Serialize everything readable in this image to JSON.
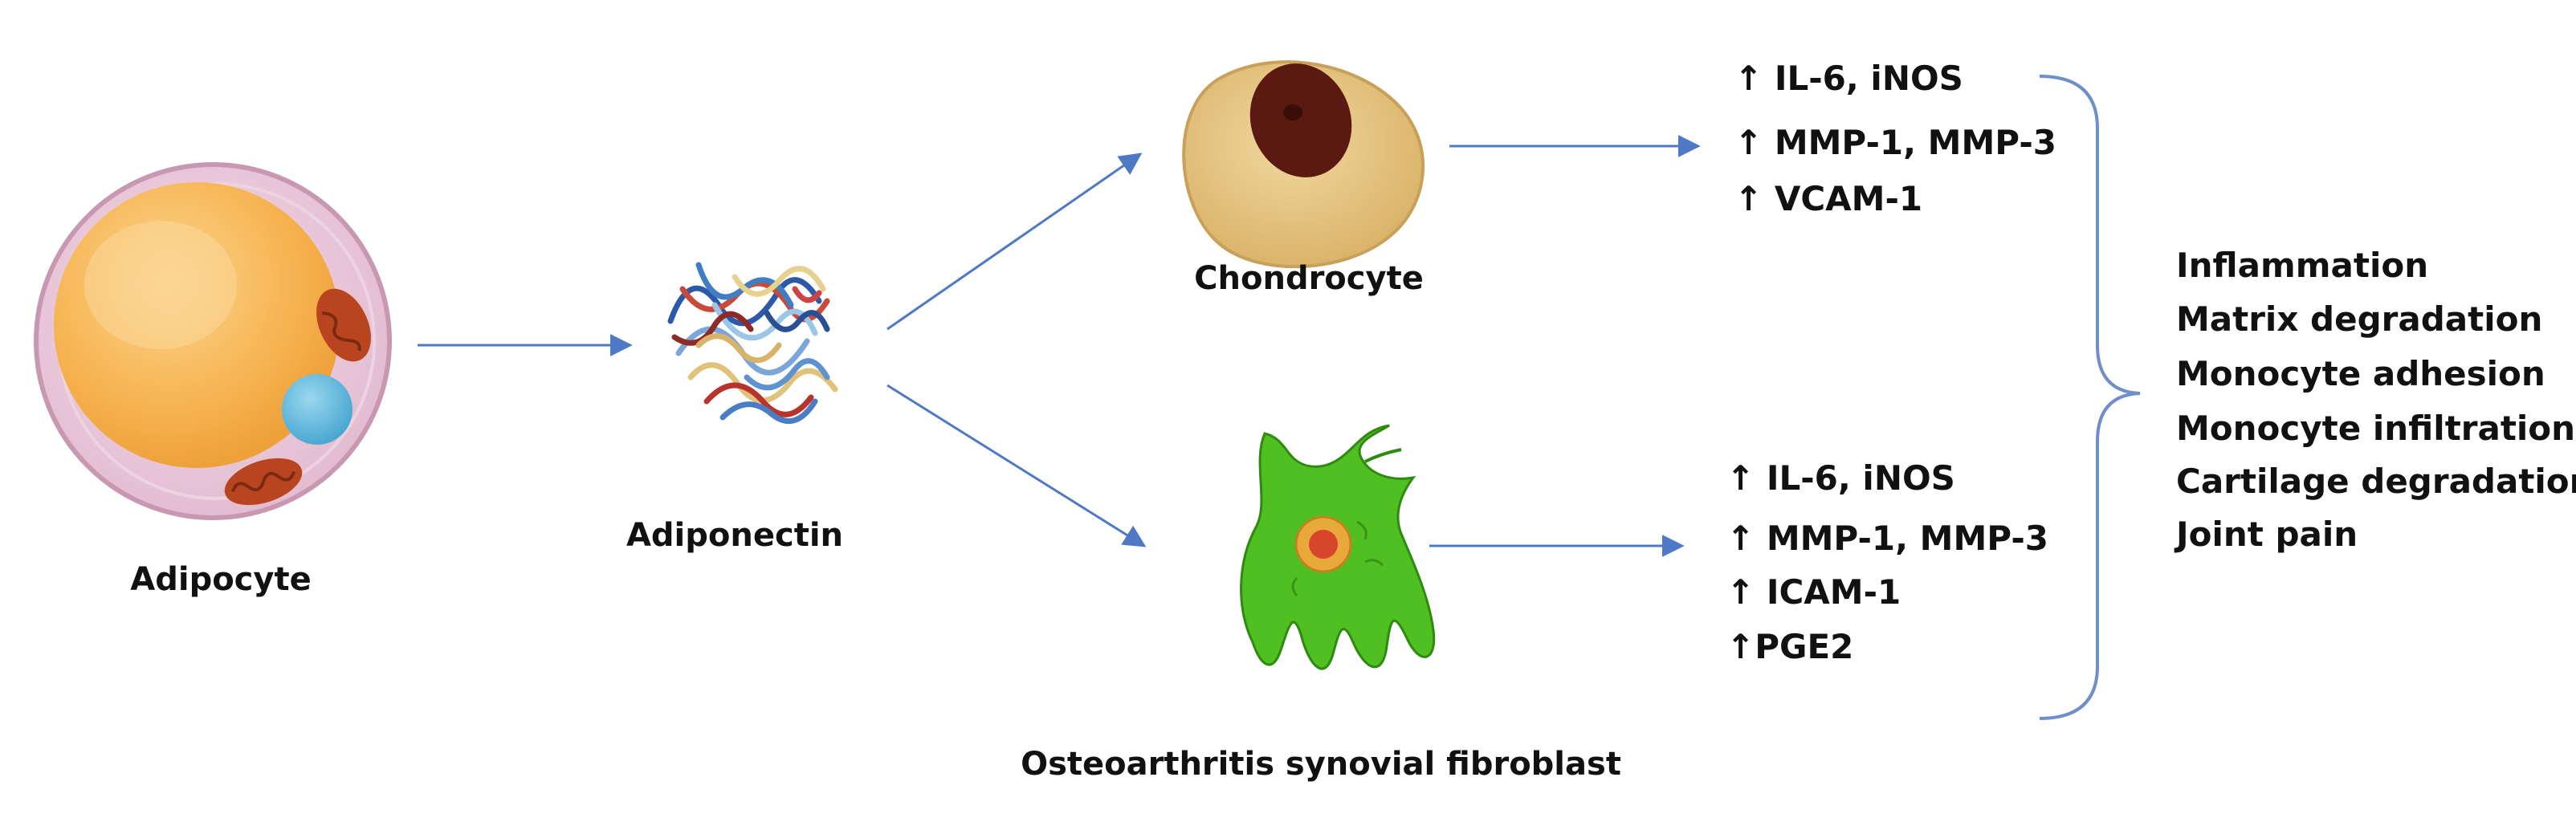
{
  "nodes": {
    "adipocyte": "Adipocyte",
    "adiponectin": "Adiponectin",
    "chondrocyte": "Chondrocyte",
    "fibroblast": "Osteoarthritis synovial fibroblast"
  },
  "chondrocyte_markers": [
    "↑ IL-6, iNOS",
    "↑ MMP-1, MMP-3",
    "↑ VCAM-1"
  ],
  "fibroblast_markers": [
    "↑ IL-6, iNOS",
    "↑ MMP-1, MMP-3",
    "↑ ICAM-1",
    "↑PGE2"
  ],
  "outcomes": [
    "Inflammation",
    "Matrix degradation",
    "Monocyte adhesion",
    "Monocyte infiltration",
    "Cartilage degradation",
    "Joint pain"
  ],
  "colors": {
    "arrow": "#4f79c5",
    "bracket": "#6f8fc9",
    "adipocyte_membrane": "#dcb8cc",
    "lipid_droplet": "#f5b04c",
    "mitochondrion": "#b8451f",
    "nucleus_blue": "#5fb6d9",
    "chondrocyte_body": "#e2c078",
    "chondrocyte_nucleus": "#5a1a12",
    "fibroblast_body": "#4fbf22"
  }
}
